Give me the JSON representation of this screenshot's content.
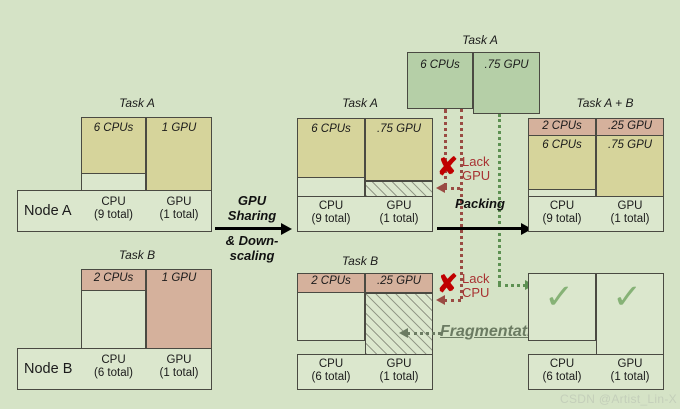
{
  "figure": {
    "background_color": "#d5e3c6",
    "colors": {
      "task_a": "#d6d49b",
      "task_b": "#d5b19c",
      "task_a_float": "#b5cfa7",
      "node": "#dbe7cd",
      "outline": "#4a4a42",
      "lack_red": "#a83232",
      "fragmentation_grey": "#6b7b62",
      "check_green": "#86b276"
    },
    "watermark": "CSDN @Artist_Lin-X"
  },
  "transitions": {
    "step1_top": "GPU",
    "step1_top2": "Sharing",
    "step1_bottom": "& Down-",
    "step1_bottom2": "scaling",
    "step2": "Packing"
  },
  "annotations": {
    "lack_gpu_line1": "Lack",
    "lack_gpu_line2": "GPU",
    "lack_cpu_line1": "Lack",
    "lack_cpu_line2": "CPU",
    "fragmentation": "Fragmentation",
    "x_mark": "✘",
    "check_mark": "✓"
  },
  "left": {
    "node_a": {
      "name": "Node A",
      "cpu_label": "CPU",
      "cpu_total": "(9 total)",
      "gpu_label": "GPU",
      "gpu_total": "(1 total)",
      "task_title": "Task A",
      "cpu_req": "6 CPUs",
      "gpu_req": "1 GPU"
    },
    "node_b": {
      "name": "Node B",
      "cpu_label": "CPU",
      "cpu_total": "(6 total)",
      "gpu_label": "GPU",
      "gpu_total": "(1 total)",
      "task_title": "Task B",
      "cpu_req": "2 CPUs",
      "gpu_req": "1 GPU"
    }
  },
  "middle": {
    "node_a": {
      "cpu_label": "CPU",
      "cpu_total": "(9 total)",
      "gpu_label": "GPU",
      "gpu_total": "(1 total)",
      "task_title": "Task A",
      "cpu_req": "6 CPUs",
      "gpu_req": ".75 GPU"
    },
    "node_b": {
      "cpu_label": "CPU",
      "cpu_total": "(6 total)",
      "gpu_label": "GPU",
      "gpu_total": "(1 total)",
      "task_title": "Task B",
      "cpu_req": "2 CPUs",
      "gpu_req": ".25 GPU"
    }
  },
  "right": {
    "floating_task": {
      "task_title": "Task A",
      "cpu_req": "6 CPUs",
      "gpu_req": ".75 GPU"
    },
    "node_a": {
      "task_title": "Task A + B",
      "b_cpu_req": "2 CPUs",
      "b_gpu_req": ".25 GPU",
      "a_cpu_req": "6 CPUs",
      "a_gpu_req": ".75 GPU",
      "cpu_label": "CPU",
      "cpu_total": "(9 total)",
      "gpu_label": "GPU",
      "gpu_total": "(1 total)"
    },
    "node_b": {
      "cpu_label": "CPU",
      "cpu_total": "(6 total)",
      "gpu_label": "GPU",
      "gpu_total": "(1 total)"
    }
  }
}
